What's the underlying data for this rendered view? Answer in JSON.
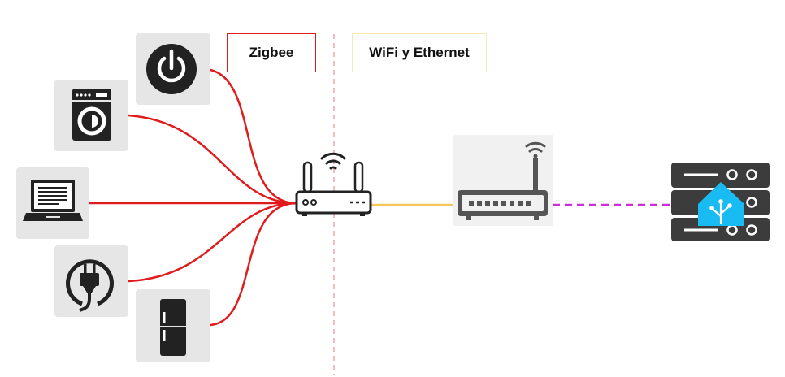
{
  "labels": {
    "zigbee": "Zigbee",
    "wifi_ethernet": "WiFi y Ethernet"
  },
  "colors": {
    "zigbee_link": "#e01b1b",
    "zigbee_box_border": "#e01b1b",
    "wifi_box_border": "#fbe6b8",
    "divider": "#f4a6a6",
    "ethernet_link": "#f5c85a",
    "server_link": "#cc2fd8",
    "tile_bg": "#e6e6e6",
    "icon_dark": "#222222",
    "home_assistant_blue": "#18bcf2"
  },
  "devices": [
    {
      "name": "power-button",
      "icon": "power-icon"
    },
    {
      "name": "washing-machine",
      "icon": "washing-machine-icon"
    },
    {
      "name": "laptop",
      "icon": "laptop-icon"
    },
    {
      "name": "smart-plug",
      "icon": "plug-icon"
    },
    {
      "name": "refrigerator",
      "icon": "fridge-icon"
    }
  ],
  "zigbee_router": {
    "icon": "zigbee-router-icon"
  },
  "wifi_router": {
    "icon": "wifi-router-icon"
  },
  "server": {
    "icon": "home-assistant-server-icon"
  }
}
